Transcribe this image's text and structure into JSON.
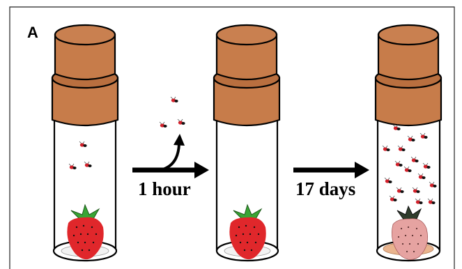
{
  "panel_label": "A",
  "steps": [
    {
      "label": "1 hour"
    },
    {
      "label": "17 days"
    }
  ],
  "tubes": [
    {
      "name": "vial-start",
      "flies": 3,
      "fruit": "fresh-strawberry"
    },
    {
      "name": "vial-after-1-hour",
      "flies": 0,
      "fruit": "fresh-strawberry"
    },
    {
      "name": "vial-after-17-days",
      "flies": 17,
      "fruit": "decayed-strawberry"
    }
  ],
  "colors": {
    "cork": "#c77c4a",
    "cork_shadow": "#a9633a",
    "fresh_berry": "#e0272b",
    "old_berry": "#e6a3a1",
    "leaf": "#3aa535",
    "old_leaf": "#2f3d2c",
    "fly": "#d4202a",
    "outline": "#000000",
    "frame": "#222222"
  },
  "icons": {
    "arrow": "right-arrow",
    "escape_arrow": "curved-up-arrow",
    "fly": "fruit-fly-icon",
    "fruit": "strawberry-icon",
    "stopper": "cork-stopper-icon"
  }
}
